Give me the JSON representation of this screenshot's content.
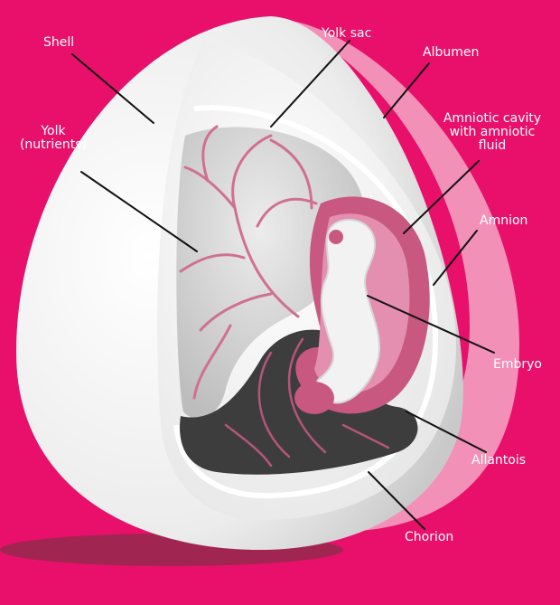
{
  "labels": {
    "shell": "Shell",
    "yolk_sac": "Yolk sac",
    "albumen": "Albumen",
    "yolk": [
      "Yolk",
      "(nutrients)"
    ],
    "amniotic_cavity": [
      "Amniotic cavity",
      "with amniotic",
      "fluid"
    ],
    "amnion": "Amnion",
    "embryo": "Embryo",
    "allantois": "Allantois",
    "chorion": "Chorion"
  },
  "colors": {
    "background": "#e8106a",
    "shell": "#f4f4f4",
    "yolk": "#d9d9d9",
    "vessels": "#d0708f",
    "allantois": "#3d3d3d",
    "amnion": "#c8587f",
    "leader_lines": "#111111",
    "label_text": "#ffffff"
  }
}
